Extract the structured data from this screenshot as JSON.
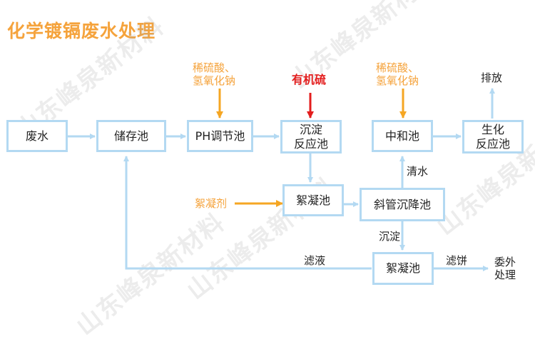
{
  "title": "化学镀镉废水处理",
  "watermark": "山东峰泉新材料",
  "boxes": {
    "wastewater": "废水",
    "storage": "储存池",
    "ph_adjust": "PH调节池",
    "precip_reactor": [
      "沉淀",
      "反应池"
    ],
    "neutralize": "中和池",
    "bio_reactor": [
      "生化",
      "反应池"
    ],
    "flocculate_1": "絮凝池",
    "inclined_settler": "斜管沉降池",
    "flocculate_2": "絮凝池"
  },
  "labels": {
    "dilute_acid_1": [
      "稀硫酸、",
      "氢氧化钠"
    ],
    "organic_sulfur": "有机硫",
    "dilute_acid_2": [
      "稀硫酸、",
      "氢氧化钠"
    ],
    "discharge": "排放",
    "clear_water": "清水",
    "flocculant": "絮凝剂",
    "sediment": "沉淀",
    "filtrate": "滤液",
    "filter_cake": "滤饼",
    "outsourced": [
      "委外",
      "处理"
    ]
  },
  "colors": {
    "title": "#f5a33c",
    "box_border": "#b3d9f2",
    "flow_arrow": "#b3d9f2",
    "chemical_arrow": "#f5a623",
    "organic_sulfur_arrow": "#e31d1d"
  }
}
